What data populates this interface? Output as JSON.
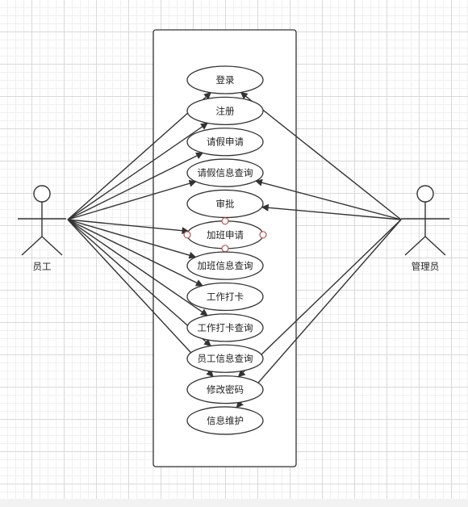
{
  "diagram": {
    "actors": {
      "left": {
        "label": "员工"
      },
      "right": {
        "label": "管理员"
      }
    },
    "use_cases": [
      {
        "id": "login",
        "label": "登录"
      },
      {
        "id": "register",
        "label": "注册"
      },
      {
        "id": "leave-apply",
        "label": "请假申请"
      },
      {
        "id": "leave-query",
        "label": "请假信息查询"
      },
      {
        "id": "approve",
        "label": "审批"
      },
      {
        "id": "overtime-apply",
        "label": "加班申请"
      },
      {
        "id": "overtime-query",
        "label": "加班信息查询"
      },
      {
        "id": "clock-in",
        "label": "工作打卡"
      },
      {
        "id": "clock-query",
        "label": "工作打卡查询"
      },
      {
        "id": "employee-query",
        "label": "员工信息查询"
      },
      {
        "id": "change-password",
        "label": "修改密码"
      },
      {
        "id": "info-maintain",
        "label": "信息维护"
      }
    ],
    "selected_use_case": "overtime-apply",
    "associations": {
      "left": [
        "login",
        "register",
        "leave-apply",
        "leave-query",
        "overtime-apply",
        "overtime-query",
        "clock-in",
        "clock-query",
        "employee-query",
        "change-password"
      ],
      "right": [
        "login",
        "leave-query",
        "approve",
        "change-password",
        "info-maintain"
      ]
    },
    "colors": {
      "stroke": "#333333",
      "selection_handle": "#b85450"
    }
  }
}
